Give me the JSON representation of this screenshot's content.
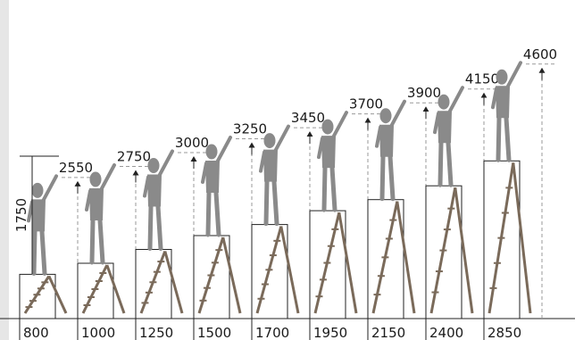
{
  "diagram": {
    "person_height_label": "1750",
    "colors": {
      "line": "#222222",
      "dashed": "#9a9a9a",
      "figure": "#8a8a8a",
      "ladder": "#7a6a5a"
    },
    "steps": [
      {
        "platform": "800",
        "reach": "2550"
      },
      {
        "platform": "1000",
        "reach": "2750"
      },
      {
        "platform": "1250",
        "reach": "3000"
      },
      {
        "platform": "1500",
        "reach": "3250"
      },
      {
        "platform": "1700",
        "reach": "3450"
      },
      {
        "platform": "1950",
        "reach": "3700"
      },
      {
        "platform": "2150",
        "reach": "3900"
      },
      {
        "platform": "2400",
        "reach": "4150"
      },
      {
        "platform": "2850",
        "reach": "4600"
      }
    ]
  }
}
